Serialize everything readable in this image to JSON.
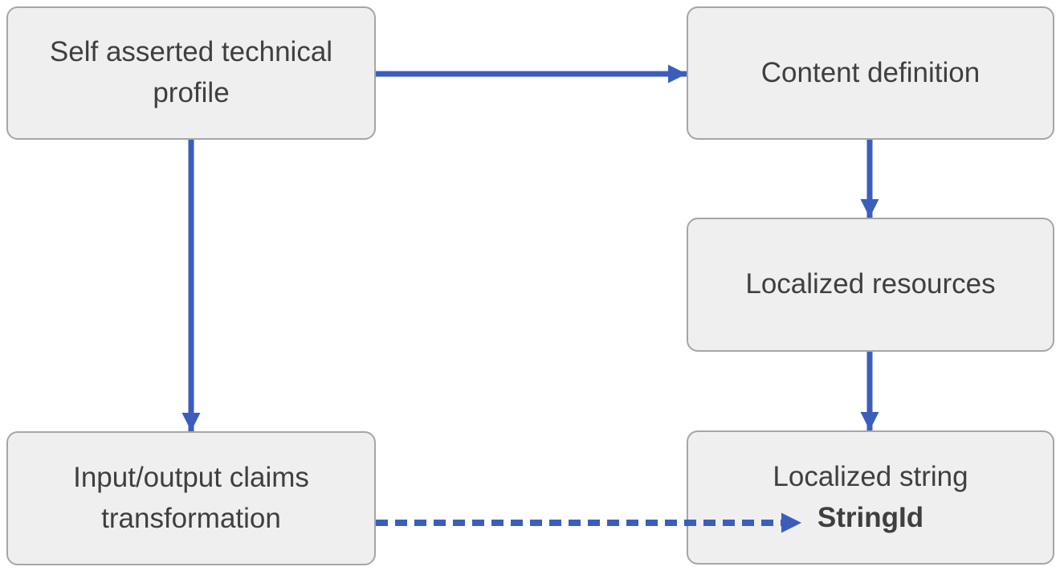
{
  "diagram": {
    "nodes": [
      {
        "id": "self-asserted-technical-profile",
        "label": "Self asserted technical profile",
        "lines": [
          "Self asserted technical",
          "profile"
        ]
      },
      {
        "id": "content-definition",
        "label": "Content definition",
        "lines": [
          "Content definition"
        ]
      },
      {
        "id": "localized-resources",
        "label": "Localized resources",
        "lines": [
          "Localized resources"
        ]
      },
      {
        "id": "input-output-claims-transformation",
        "label": "Input/output claims transformation",
        "lines": [
          "Input/output claims",
          "transformation"
        ]
      },
      {
        "id": "localized-string-stringid",
        "label": "Localized string StringId",
        "lines": [
          "Localized string",
          "StringId"
        ],
        "emphasized_line": "StringId"
      }
    ],
    "edges": [
      {
        "from": "self-asserted-technical-profile",
        "to": "content-definition",
        "style": "solid"
      },
      {
        "from": "self-asserted-technical-profile",
        "to": "input-output-claims-transformation",
        "style": "solid"
      },
      {
        "from": "content-definition",
        "to": "localized-resources",
        "style": "solid"
      },
      {
        "from": "localized-resources",
        "to": "localized-string-stringid",
        "style": "solid"
      },
      {
        "from": "input-output-claims-transformation",
        "to": "localized-string-stringid",
        "style": "dashed",
        "points_to": "StringId"
      }
    ],
    "colors": {
      "arrow": "#3c5ebb",
      "node_fill": "#efefef",
      "node_border": "#a6a6a6",
      "text": "#3f3f3f",
      "background": "#ffffff"
    }
  }
}
